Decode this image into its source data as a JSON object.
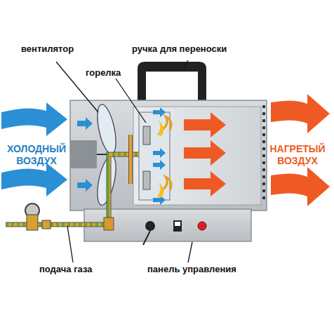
{
  "diagram": {
    "labels": [
      "вентилятор",
      "ручка для переноски",
      "горелка",
      "ХОЛОДНЫЙ ВОЗДУХ",
      "НАГРЕТЫЙ ВОЗДУХ",
      "подача газа",
      "панель управления"
    ]
  }
}
